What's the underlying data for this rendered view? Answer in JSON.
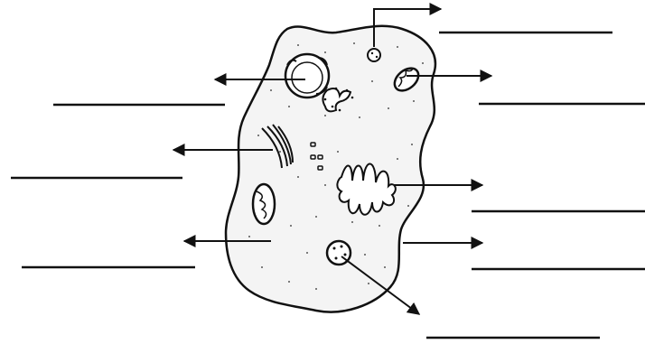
{
  "diagram": {
    "subject": "animal-cell",
    "label_blanks": [
      {
        "id": "blank-top-right",
        "text": ""
      },
      {
        "id": "blank-upper-right",
        "text": ""
      },
      {
        "id": "blank-upper-left",
        "text": ""
      },
      {
        "id": "blank-middle-left",
        "text": ""
      },
      {
        "id": "blank-middle-right",
        "text": ""
      },
      {
        "id": "blank-lower-right",
        "text": ""
      },
      {
        "id": "blank-lower-left",
        "text": ""
      },
      {
        "id": "blank-bottom",
        "text": ""
      }
    ],
    "structures": [
      "nucleus",
      "rough-endoplasmic-reticulum",
      "mitochondrion-upper",
      "mitochondrion-lower",
      "golgi-apparatus",
      "smooth-endoplasmic-reticulum",
      "centrioles",
      "lysosome-small",
      "lysosome-vesicle",
      "cell-membrane"
    ],
    "colors": {
      "ink": "#111111",
      "cytoplasm": "#f4f4f4",
      "background": "#ffffff"
    }
  }
}
